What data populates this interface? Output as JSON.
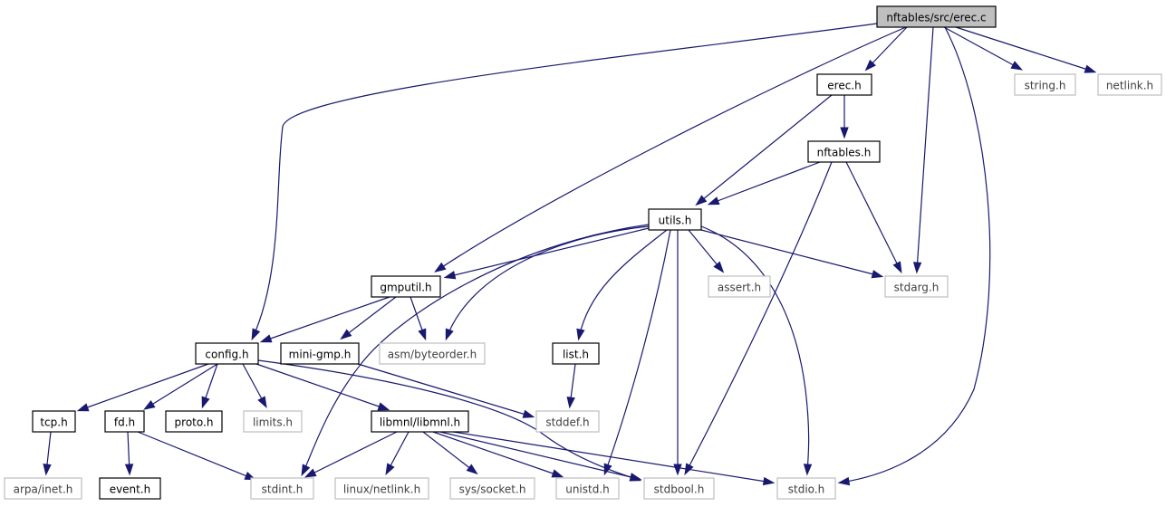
{
  "graph": {
    "colors": {
      "edge": "#191970",
      "external_border": "#bfbfbf",
      "root_fill": "#bfbfbf"
    },
    "nodes": [
      {
        "id": "erec_c",
        "label": "nftables/src/erec.c",
        "kind": "root"
      },
      {
        "id": "erec_h",
        "label": "erec.h",
        "kind": "local"
      },
      {
        "id": "string_h",
        "label": "string.h",
        "kind": "external"
      },
      {
        "id": "netlink_h",
        "label": "netlink.h",
        "kind": "external"
      },
      {
        "id": "nftables_h",
        "label": "nftables.h",
        "kind": "local"
      },
      {
        "id": "utils_h",
        "label": "utils.h",
        "kind": "local"
      },
      {
        "id": "gmputil_h",
        "label": "gmputil.h",
        "kind": "local"
      },
      {
        "id": "assert_h",
        "label": "assert.h",
        "kind": "external"
      },
      {
        "id": "stdarg_h",
        "label": "stdarg.h",
        "kind": "external"
      },
      {
        "id": "config_h",
        "label": "config.h",
        "kind": "local"
      },
      {
        "id": "minigmp_h",
        "label": "mini-gmp.h",
        "kind": "local"
      },
      {
        "id": "asm_byteorder_h",
        "label": "asm/byteorder.h",
        "kind": "external"
      },
      {
        "id": "list_h",
        "label": "list.h",
        "kind": "local"
      },
      {
        "id": "tcp_h",
        "label": "tcp.h",
        "kind": "local"
      },
      {
        "id": "fd_h",
        "label": "fd.h",
        "kind": "local"
      },
      {
        "id": "proto_h",
        "label": "proto.h",
        "kind": "local"
      },
      {
        "id": "limits_h",
        "label": "limits.h",
        "kind": "external"
      },
      {
        "id": "libmnl_h",
        "label": "libmnl/libmnl.h",
        "kind": "local"
      },
      {
        "id": "stddef_h",
        "label": "stddef.h",
        "kind": "external"
      },
      {
        "id": "arpa_inet_h",
        "label": "arpa/inet.h",
        "kind": "external"
      },
      {
        "id": "event_h",
        "label": "event.h",
        "kind": "local"
      },
      {
        "id": "stdint_h",
        "label": "stdint.h",
        "kind": "external"
      },
      {
        "id": "linux_netlink_h",
        "label": "linux/netlink.h",
        "kind": "external"
      },
      {
        "id": "sys_socket_h",
        "label": "sys/socket.h",
        "kind": "external"
      },
      {
        "id": "unistd_h",
        "label": "unistd.h",
        "kind": "external"
      },
      {
        "id": "stdbool_h",
        "label": "stdbool.h",
        "kind": "external"
      },
      {
        "id": "stdio_h",
        "label": "stdio.h",
        "kind": "external"
      }
    ],
    "edges": [
      {
        "from": "erec_c",
        "to": "erec_h"
      },
      {
        "from": "erec_c",
        "to": "string_h"
      },
      {
        "from": "erec_c",
        "to": "netlink_h"
      },
      {
        "from": "erec_c",
        "to": "config_h"
      },
      {
        "from": "erec_c",
        "to": "gmputil_h"
      },
      {
        "from": "erec_c",
        "to": "stdarg_h"
      },
      {
        "from": "erec_c",
        "to": "stdio_h"
      },
      {
        "from": "erec_h",
        "to": "nftables_h"
      },
      {
        "from": "erec_h",
        "to": "utils_h"
      },
      {
        "from": "nftables_h",
        "to": "utils_h"
      },
      {
        "from": "nftables_h",
        "to": "stdarg_h"
      },
      {
        "from": "nftables_h",
        "to": "stdbool_h"
      },
      {
        "from": "utils_h",
        "to": "gmputil_h"
      },
      {
        "from": "utils_h",
        "to": "asm_byteorder_h"
      },
      {
        "from": "utils_h",
        "to": "assert_h"
      },
      {
        "from": "utils_h",
        "to": "stdarg_h"
      },
      {
        "from": "utils_h",
        "to": "list_h"
      },
      {
        "from": "utils_h",
        "to": "stdint_h"
      },
      {
        "from": "utils_h",
        "to": "unistd_h"
      },
      {
        "from": "utils_h",
        "to": "stdbool_h"
      },
      {
        "from": "utils_h",
        "to": "stdio_h"
      },
      {
        "from": "gmputil_h",
        "to": "config_h"
      },
      {
        "from": "gmputil_h",
        "to": "minigmp_h"
      },
      {
        "from": "gmputil_h",
        "to": "asm_byteorder_h"
      },
      {
        "from": "config_h",
        "to": "tcp_h"
      },
      {
        "from": "config_h",
        "to": "fd_h"
      },
      {
        "from": "config_h",
        "to": "proto_h"
      },
      {
        "from": "config_h",
        "to": "limits_h"
      },
      {
        "from": "config_h",
        "to": "libmnl_h"
      },
      {
        "from": "config_h",
        "to": "stdbool_h"
      },
      {
        "from": "minigmp_h",
        "to": "stddef_h"
      },
      {
        "from": "list_h",
        "to": "stddef_h"
      },
      {
        "from": "tcp_h",
        "to": "arpa_inet_h"
      },
      {
        "from": "fd_h",
        "to": "event_h"
      },
      {
        "from": "fd_h",
        "to": "stdint_h"
      },
      {
        "from": "libmnl_h",
        "to": "stdint_h"
      },
      {
        "from": "libmnl_h",
        "to": "linux_netlink_h"
      },
      {
        "from": "libmnl_h",
        "to": "sys_socket_h"
      },
      {
        "from": "libmnl_h",
        "to": "unistd_h"
      },
      {
        "from": "libmnl_h",
        "to": "stdbool_h"
      },
      {
        "from": "libmnl_h",
        "to": "stdio_h"
      }
    ]
  }
}
